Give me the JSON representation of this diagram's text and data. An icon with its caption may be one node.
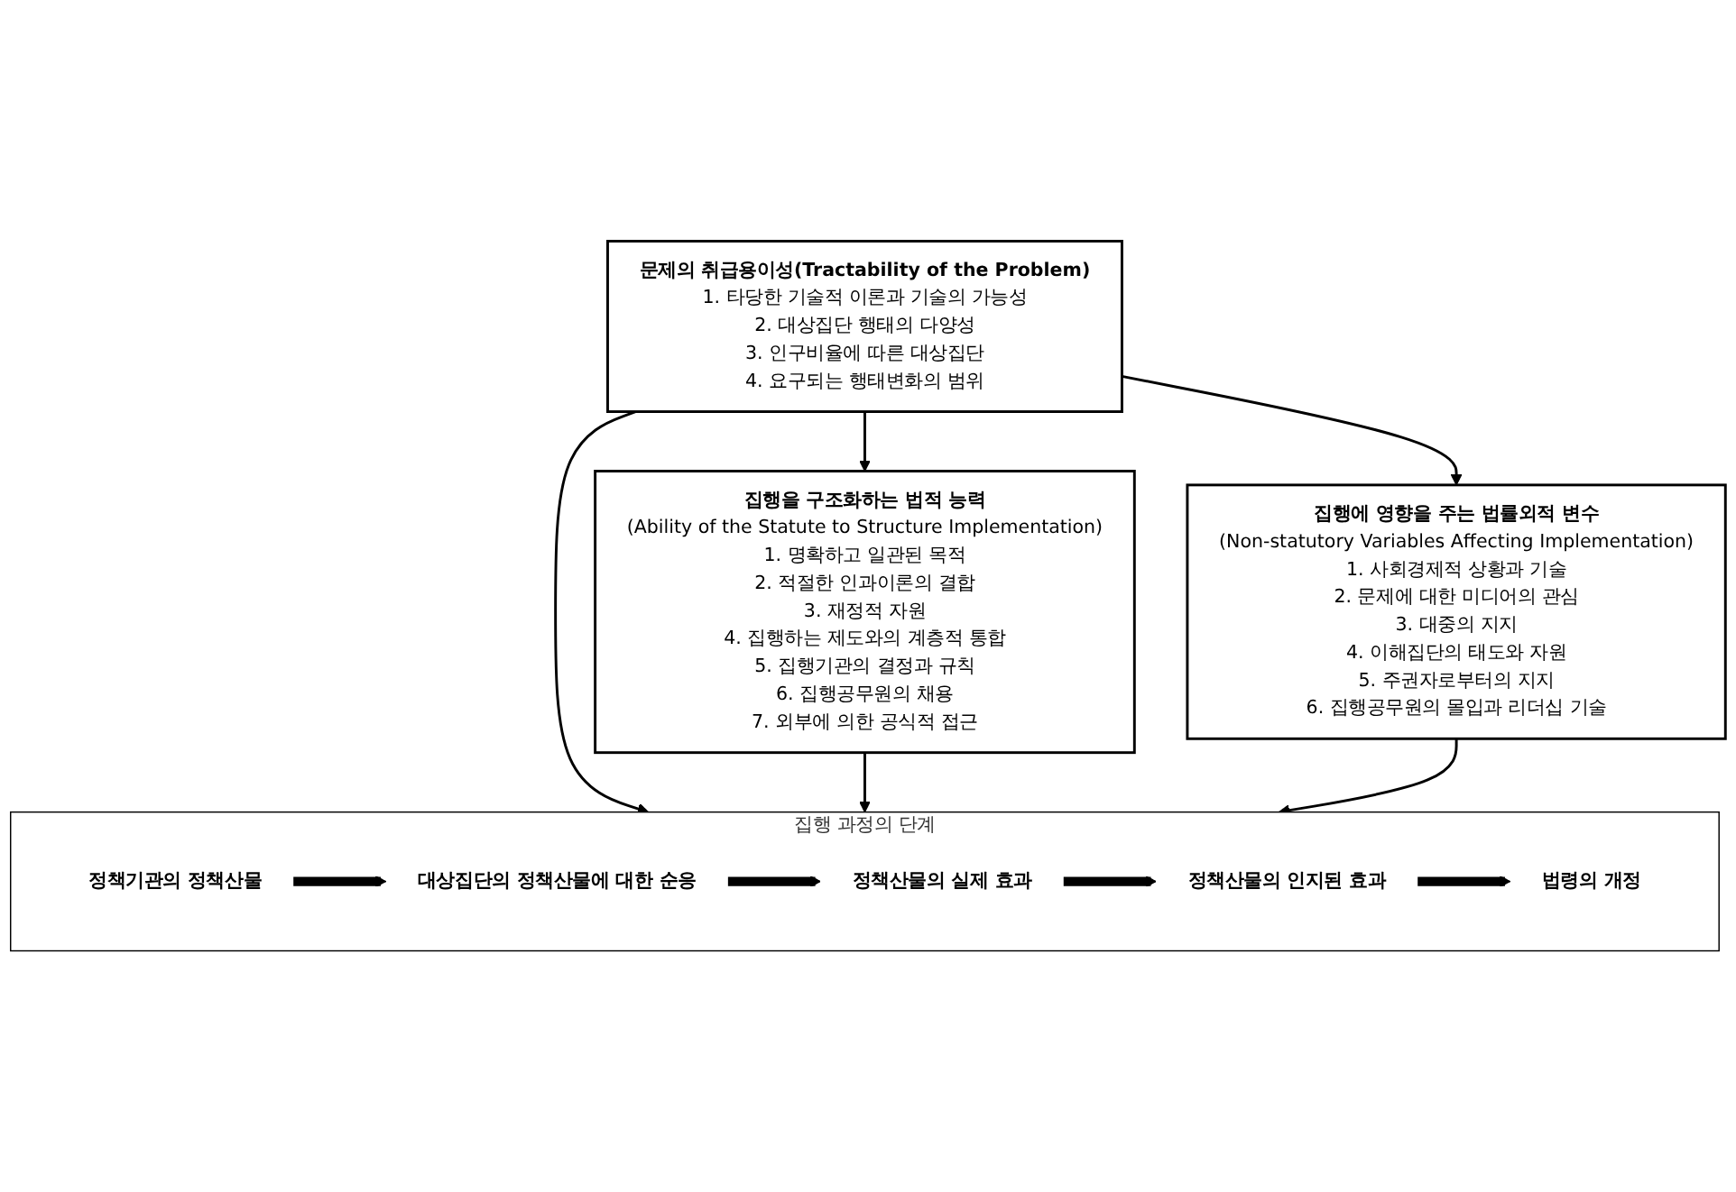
{
  "diagram": {
    "nodes": [
      {
        "text": [
          "문제의 취급용이성(Tractability of the Problem)",
          "1. 타당한 기술적 이론과 기술의 가능성",
          "2. 대상집단 행태의 다양성",
          "3. 인구비율에 따른 대상집단",
          "4. 요구되는 행태변화의 범위"
        ]
      },
      {
        "text": [
          "집행을 구조화하는 법적 능력",
          "(Ability of the Statute to Structure Implementation)",
          "1. 명확하고 일관된 목적",
          "2. 적절한 인과이론의 결합",
          "3. 재정적 자원",
          "4. 집행하는 제도와의 계층적 통합",
          "5. 집행기관의 결정과 규칙",
          "6. 집행공무원의 채용",
          "7. 외부에 의한 공식적 접근"
        ]
      },
      {
        "text": [
          "집행에 영향을 주는 법률외적 변수",
          "(Non-statutory Variables Affecting Implementation)",
          "1. 사회경제적 상황과 기술",
          "2. 문제에 대한 미디어의 관심",
          "3. 대중의 지지",
          "4. 이해집단의 태도와 자원",
          "5. 주권자로부터의 지지",
          "6. 집행공무원의 몰입과 리더십 기술"
        ]
      },
      {
        "text": [
          "집행 과정의 단계"
        ]
      },
      {
        "text": [
          "정책기관의 정책산물"
        ],
        "in": 3
      },
      {
        "text": [
          "대상집단의 정책산물에 대한 순응"
        ],
        "in": 3
      },
      {
        "text": [
          "정책산물의 실제 효과"
        ],
        "in": 3
      },
      {
        "text": [
          "정책산물의 인지된 효과"
        ],
        "in": 3
      },
      {
        "text": [
          "법령의 개정"
        ],
        "in": 3
      }
    ],
    "edges": [
      {
        "from": 0,
        "to": 1,
        "arrow": "to"
      },
      {
        "from": 0,
        "to": 3,
        "arrow": "to"
      },
      {
        "from": 0,
        "to": 2,
        "arrow": "to"
      },
      {
        "from": 1,
        "to": 3,
        "arrow": "to"
      },
      {
        "from": 2,
        "to": 3,
        "arrow": "to"
      },
      {
        "from": 4,
        "to": 5,
        "arrow": "to",
        "style": "thick"
      },
      {
        "from": 5,
        "to": 6,
        "arrow": "to",
        "style": "thick"
      },
      {
        "from": 6,
        "to": 7,
        "arrow": "to",
        "style": "thick"
      },
      {
        "from": 7,
        "to": 8,
        "arrow": "to",
        "style": "thick"
      }
    ]
  }
}
